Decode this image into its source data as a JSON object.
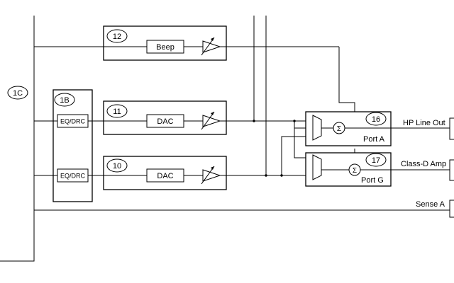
{
  "diagram": {
    "nodes": {
      "n1c": "1C",
      "n1b": "1B",
      "n12": "12",
      "n11": "11",
      "n10": "10",
      "n16": "16",
      "n17": "17"
    },
    "blocks": {
      "beep": "Beep",
      "dac_11": "DAC",
      "dac_10": "DAC",
      "eq_drc_top": "EQ/DRC",
      "eq_drc_bottom": "EQ/DRC"
    },
    "ports": {
      "port_a": "Port A",
      "port_g": "Port G"
    },
    "outputs": {
      "hp_line_out": "HP Line Out",
      "class_d_amp": "Class-D Amp",
      "sense_a": "Sense A"
    },
    "sum_symbol": "Σ"
  }
}
